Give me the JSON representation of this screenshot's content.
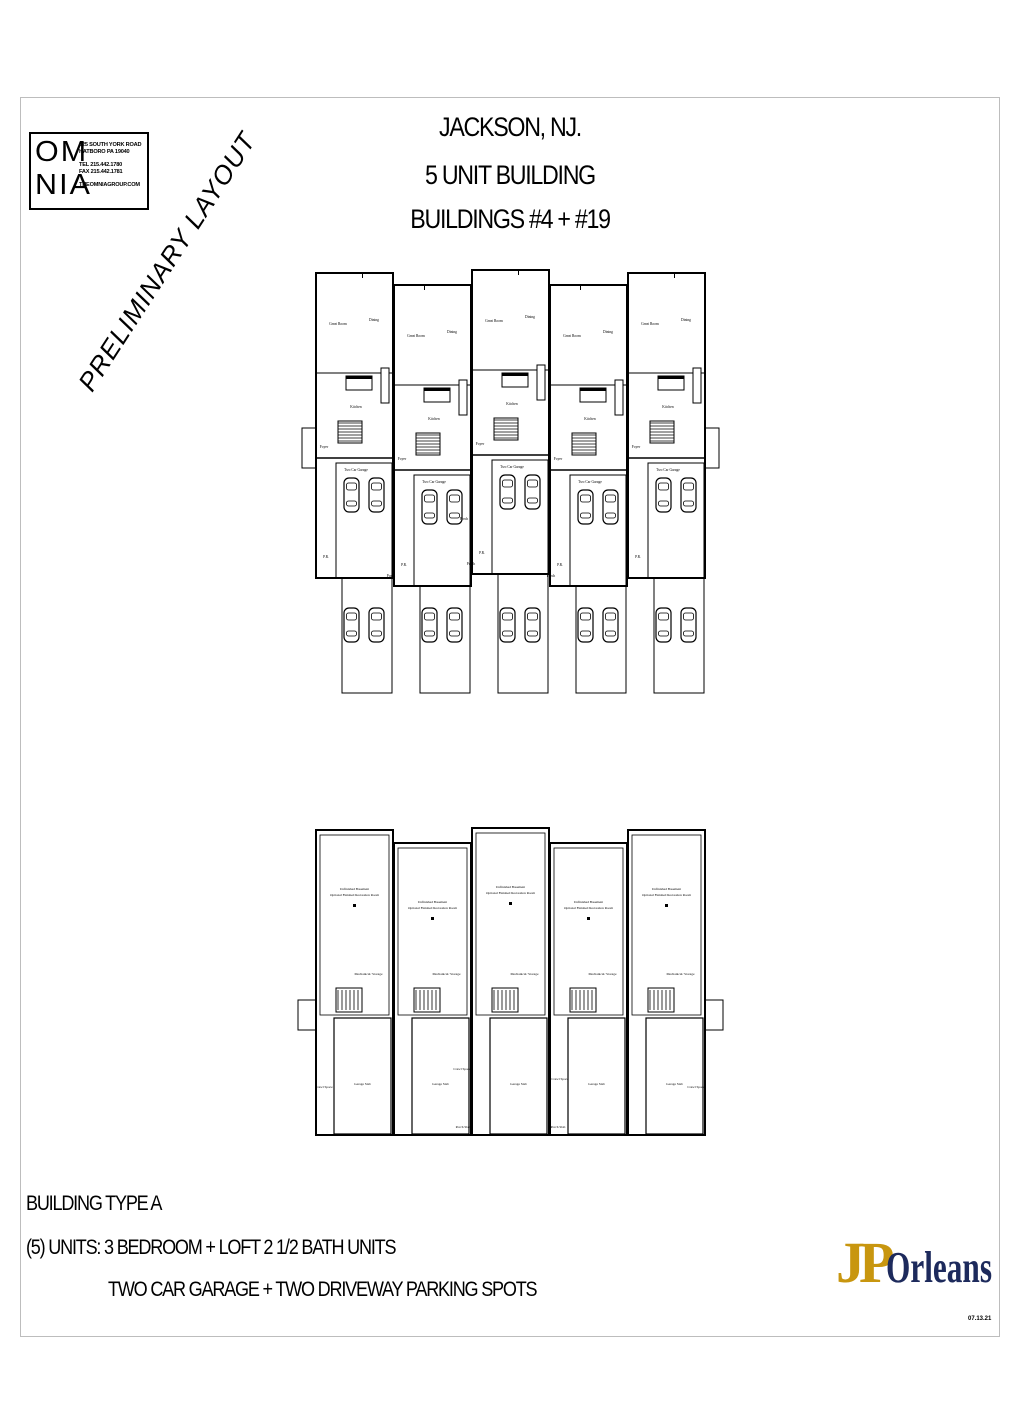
{
  "header": {
    "omnia_letters": [
      "OM",
      "NIA"
    ],
    "address_1": "325 SOUTH YORK ROAD",
    "address_2": "HATBORO  PA 19040",
    "tel": "TEL 215.442.1780",
    "fax": "FAX 215.442.1781",
    "website": "THEOMNIAGROUP.COM"
  },
  "title": {
    "line1": "JACKSON, NJ.",
    "line2": "5 UNIT BUILDING",
    "line3": "BUILDINGS #4 + #19"
  },
  "stamp": "PRELIMINARY LAYOUT",
  "first_floor_rooms": {
    "great_room": "Great Room",
    "dining": "Dining",
    "kitchen": "Kitchen",
    "foyer": "Foyer",
    "two_car_garage": "Two Car Garage",
    "pr": "P.R.",
    "porch": "Porch"
  },
  "basement_rooms": {
    "unfinished_basement": "Unfinished Basement",
    "optional_rec": "Optional Finished Recreation Room",
    "mechanical_storage": "Mechanical/ Storage",
    "garage_slab": "Garage Slab",
    "crawl_space": "Crawl Space",
    "porch_slab": "Porch Slab"
  },
  "footer": {
    "line1": "BUILDING TYPE A",
    "line2": "(5) UNITS:  3 BEDROOM + LOFT 2 1/2 BATH UNITS",
    "line3": "TWO CAR GARAGE + TWO DRIVEWAY PARKING SPOTS",
    "brand_jp": "JP",
    "brand_orleans": "Orleans",
    "date": "07.13.21"
  },
  "colors": {
    "brand_gold": "#c8960f",
    "brand_navy": "#1d2a5c",
    "line": "#000000"
  }
}
